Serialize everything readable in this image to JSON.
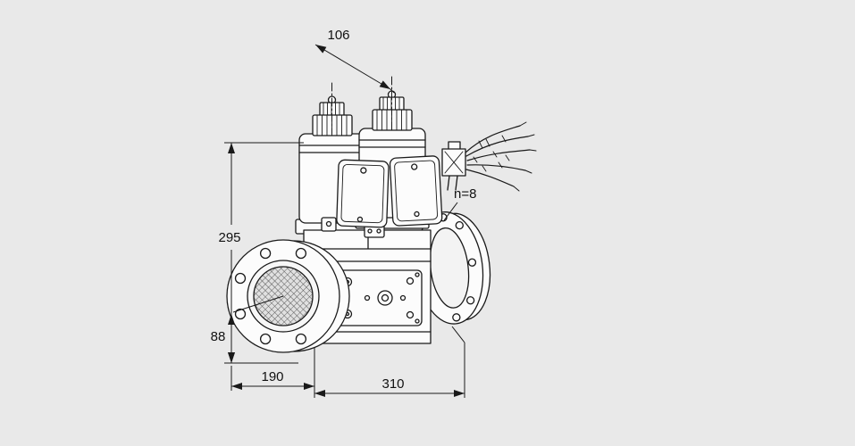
{
  "colors": {
    "background": "#e9e9e9",
    "line": "#1a1a1a",
    "part_fill": "#fcfcfc"
  },
  "dimensions": {
    "axis_distance": "106",
    "overall_height": "295",
    "center_to_bottom": "88",
    "width_left": "190",
    "length": "310",
    "bolt_count": "n=8"
  }
}
